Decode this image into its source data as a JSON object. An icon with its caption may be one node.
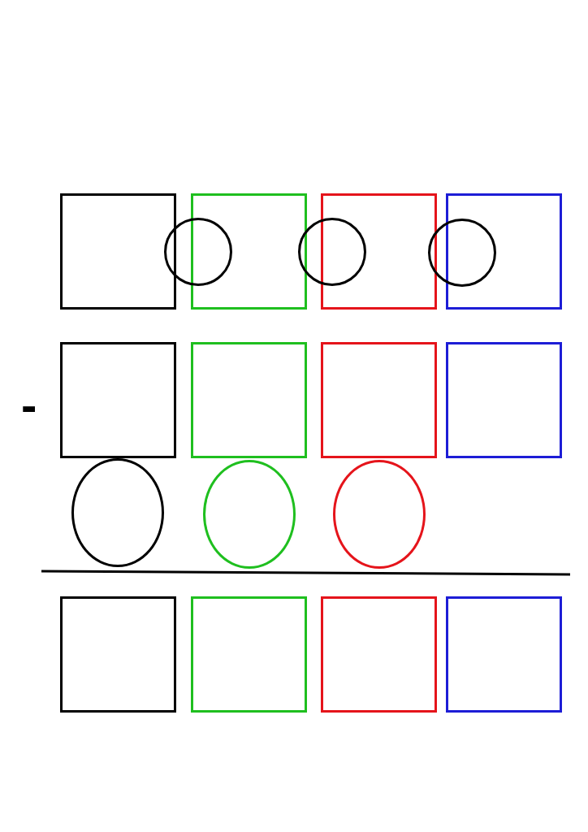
{
  "diagram": {
    "nodes": [
      {
        "text": [],
        "shape": "box"
      },
      {
        "text": [],
        "shape": "box"
      },
      {
        "text": [],
        "shape": "box"
      },
      {
        "text": [],
        "shape": "box"
      },
      {
        "text": [],
        "shape": "circle"
      },
      {
        "text": [],
        "shape": "circle"
      },
      {
        "text": [],
        "shape": "circle"
      },
      {
        "text": [],
        "shape": "box"
      },
      {
        "text": [],
        "shape": "box"
      },
      {
        "text": [],
        "shape": "box"
      },
      {
        "text": [],
        "shape": "box"
      },
      {
        "text": [],
        "shape": "circle"
      },
      {
        "text": [],
        "shape": "circle"
      },
      {
        "text": [],
        "shape": "circle"
      },
      {
        "text": [],
        "shape": "box"
      },
      {
        "text": [],
        "shape": "box"
      },
      {
        "text": [],
        "shape": "box"
      },
      {
        "text": [],
        "shape": "box"
      }
    ],
    "labels": [
      "-"
    ]
  }
}
